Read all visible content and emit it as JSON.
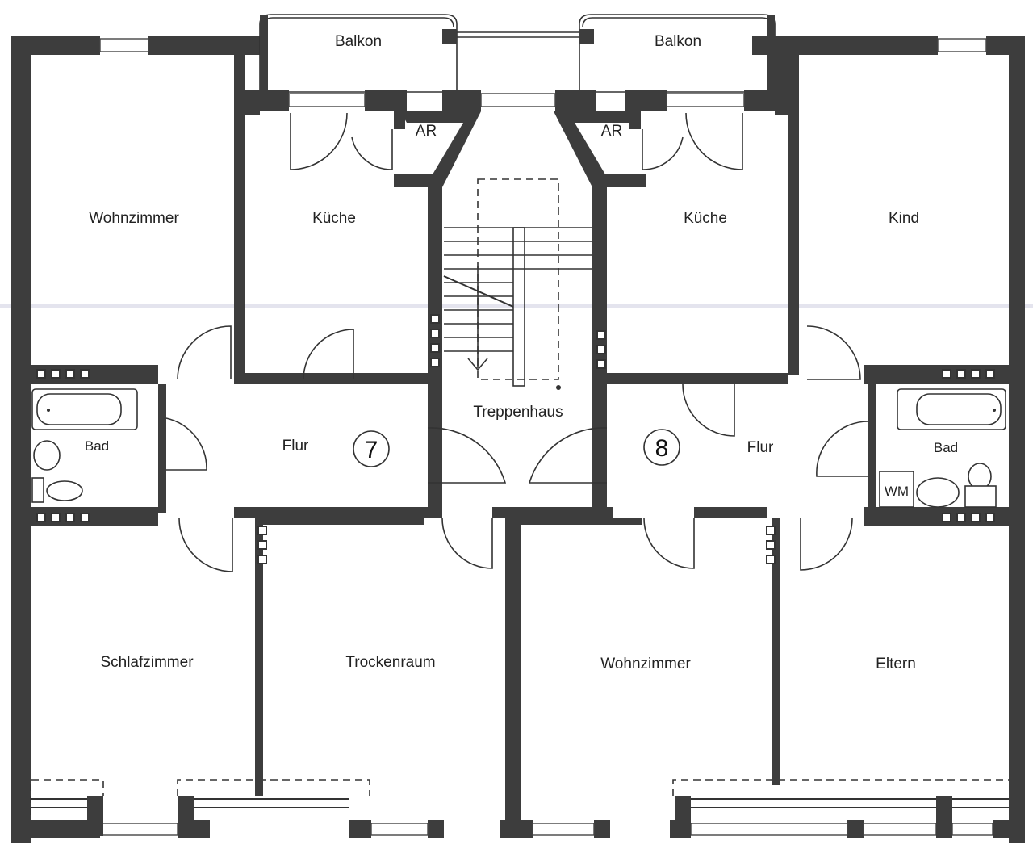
{
  "rooms": {
    "balkon_left": "Balkon",
    "balkon_right": "Balkon",
    "ar_left": "AR",
    "ar_right": "AR",
    "wohnzimmer_top": "Wohnzimmer",
    "kueche_left": "Küche",
    "kueche_right": "Küche",
    "kind": "Kind",
    "treppenhaus": "Treppenhaus",
    "bad_left": "Bad",
    "bad_right": "Bad",
    "flur_left": "Flur",
    "flur_right": "Flur",
    "wm": "WM",
    "schlafzimmer": "Schlafzimmer",
    "trockenraum": "Trockenraum",
    "wohnzimmer_bottom": "Wohnzimmer",
    "eltern": "Eltern"
  },
  "units": {
    "left": "7",
    "right": "8"
  },
  "colors": {
    "wall": "#3d3d3d",
    "line": "#333333",
    "background": "#ffffff"
  }
}
